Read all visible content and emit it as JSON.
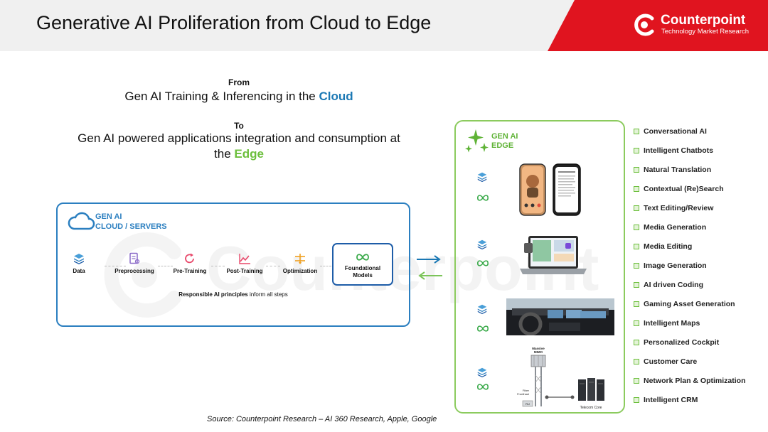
{
  "header": {
    "title": "Generative AI Proliferation from Cloud to Edge",
    "brand_name": "Counterpoint",
    "brand_tagline": "Technology Market Research",
    "brand_color": "#e0141f"
  },
  "intro": {
    "from_label": "From",
    "from_text": "Gen AI Training & Inferencing in the ",
    "from_emphasis": "Cloud",
    "to_label": "To",
    "to_text_line1": "Gen AI powered applications integration and consumption at",
    "to_text_line2_prefix": "the ",
    "to_emphasis": "Edge"
  },
  "cloud_panel": {
    "title_line1": "GEN AI",
    "title_line2": "CLOUD / SERVERS",
    "steps": [
      {
        "label": "Data",
        "icon": "layers-icon"
      },
      {
        "label": "Preprocessing",
        "icon": "document-icon"
      },
      {
        "label": "Pre-Training",
        "icon": "refresh-icon"
      },
      {
        "label": "Post-Training",
        "icon": "line-chart-icon"
      },
      {
        "label": "Optimization",
        "icon": "tuning-icon"
      }
    ],
    "foundational": {
      "line1": "Foundational",
      "line2": "Models",
      "icon": "infinity-icon"
    },
    "principles_bold": "Responsible AI principles",
    "principles_rest": " inform all steps",
    "border_color": "#2b7fc0"
  },
  "watermark": "Counterpoint",
  "edge_panel": {
    "title_line1": "GEN AI",
    "title_line2": "EDGE",
    "border_color": "#8ccb5e",
    "devices": [
      {
        "name": "smartphone",
        "icons": [
          "layers-icon",
          "infinity-icon"
        ]
      },
      {
        "name": "laptop",
        "icons": [
          "layers-icon",
          "infinity-icon"
        ]
      },
      {
        "name": "car-cockpit",
        "icons": [
          "layers-icon",
          "infinity-icon"
        ]
      },
      {
        "name": "telecom-network",
        "icons": [
          "layers-icon",
          "infinity-icon"
        ]
      }
    ],
    "telecom": {
      "top_label_1": "Massive",
      "top_label_2": "MIMO",
      "fiber_1": "Fiber",
      "fiber_2": "Fronthaul",
      "ru_label": "RU",
      "core_label": "Telecom Core"
    }
  },
  "applications": [
    "Conversational AI",
    "Intelligent Chatbots",
    "Natural Translation",
    "Contextual (Re)Search",
    "Text Editing/Review",
    "Media Generation",
    "Media Editing",
    "Image Generation",
    "AI driven Coding",
    "Gaming Asset Generation",
    "Intelligent Maps",
    "Personalized Cockpit",
    "Customer Care",
    "Network Plan & Optimization",
    "Intelligent CRM"
  ],
  "source": "Source: Counterpoint Research – AI 360 Research, Apple, Google"
}
